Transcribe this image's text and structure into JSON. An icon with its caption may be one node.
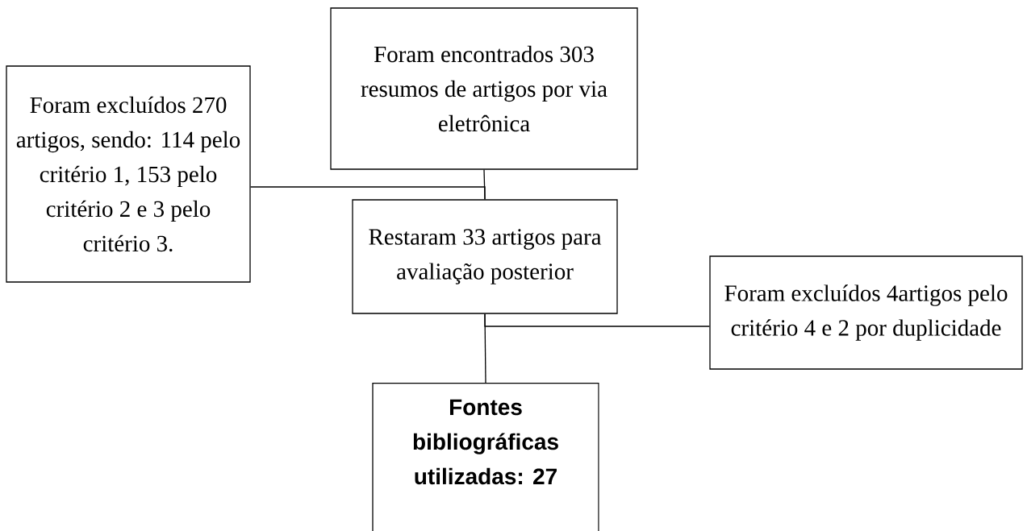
{
  "diagram": {
    "nodes": [
      {
        "text": [
          "Foram encontrados 303 resumos de artigos por via eletrônica"
        ]
      },
      {
        "text": [
          "Foram excluídos 270 artigos, sendo: 114 pelo critério 1, 153 pelo critério 2 e 3 pelo critério 3."
        ]
      },
      {
        "text": [
          "Restaram 33 artigos para avaliação posterior"
        ]
      },
      {
        "text": [
          "Foram excluídos 4artigos pelo critério 4 e 2 por duplicidade"
        ]
      },
      {
        "text": [
          "Fontes bibliográficas utilizadas: 27"
        ]
      }
    ],
    "edges": [
      {
        "from": 0,
        "to": 2,
        "arrow": "none"
      },
      {
        "from": 1,
        "to": 2,
        "arrow": "none"
      },
      {
        "from": 2,
        "to": 4,
        "arrow": "none"
      },
      {
        "from": 2,
        "to": 3,
        "arrow": "none"
      }
    ]
  }
}
